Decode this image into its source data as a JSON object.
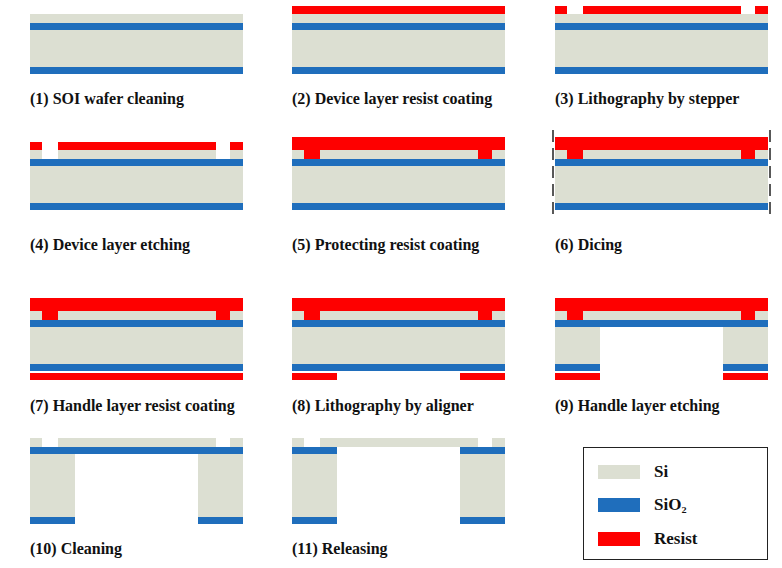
{
  "diagram": {
    "labels": [
      "(1) SOI wafer cleaning",
      "(2) Device layer resist coating",
      "(3) Lithography by stepper",
      "(4) Device layer etching",
      "(5) Protecting resist coating",
      "(6) Dicing",
      "(7) Handle layer resist coating",
      "(8) Lithography by aligner",
      "(9) Handle layer etching",
      "(10) Cleaning",
      "(11) Releasing"
    ],
    "legend": [
      {
        "text": "Si",
        "color": "#dcdfd2"
      },
      {
        "text": "SiO₂",
        "color": "#1f6ebc"
      },
      {
        "text": "Resist",
        "color": "#fe0000"
      }
    ]
  }
}
